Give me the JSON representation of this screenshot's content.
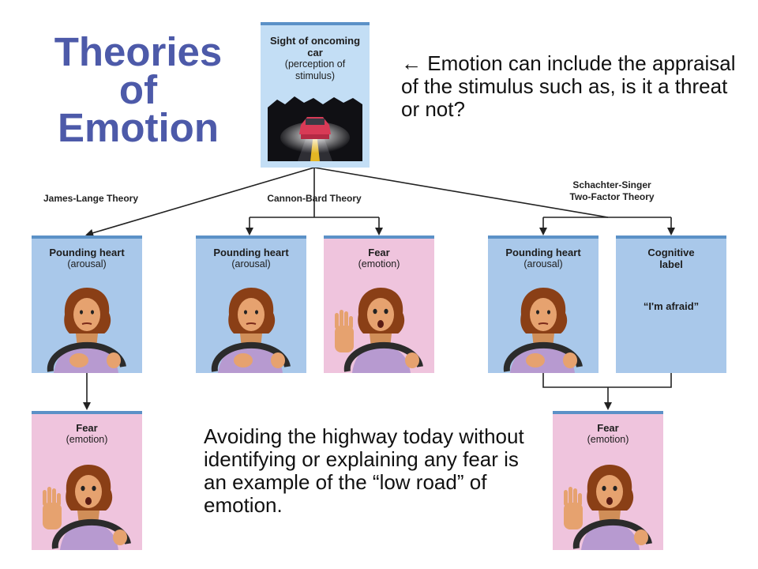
{
  "slide": {
    "title_lines": [
      "Theories",
      "of",
      "Emotion"
    ],
    "note_top": "← Emotion can include the appraisal of the stimulus such as, is it a threat or not?",
    "note_bottom": "Avoiding the highway today without identifying or explaining any fear is an example of the “low road” of emotion."
  },
  "stimulus": {
    "title_line1": "Sight of oncoming",
    "title_line2": "car",
    "subtitle_line1": "(perception of",
    "subtitle_line2": "stimulus)"
  },
  "theories": {
    "james_lange": "James-Lange Theory",
    "cannon_bard": "Cannon-Bard Theory",
    "schachter_line1": "Schachter-Singer",
    "schachter_line2": "Two-Factor Theory"
  },
  "labels": {
    "arousal_title": "Pounding heart",
    "arousal_sub": "(arousal)",
    "fear_title": "Fear",
    "fear_sub": "(emotion)",
    "cog_line1": "Cognitive",
    "cog_line2": "label",
    "cog_quote": "“I'm afraid”"
  },
  "colors": {
    "title": "#4d5aa9",
    "arousal_panel": "#a9c8ea",
    "emotion_panel": "#efc4dd",
    "stimulus_panel": "#c3def5",
    "panel_border": "#5b91c7"
  }
}
